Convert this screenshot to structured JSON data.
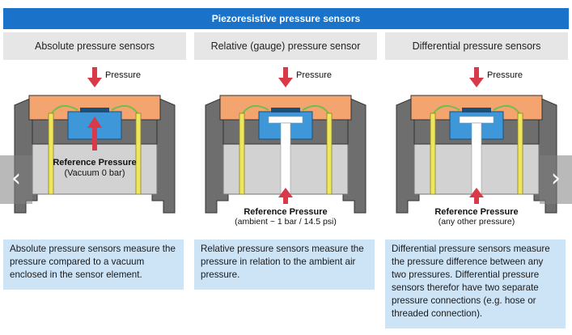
{
  "header": {
    "title": "Piezoresistive pressure sensors"
  },
  "columns": [
    {
      "heading": "Absolute pressure sensors",
      "pressure_label": "Pressure",
      "reference_label": "Reference Pressure",
      "reference_sub": "(Vacuum 0 bar)",
      "description": "Absolute pressure sensors measure the pressure compared to a vacuum enclosed in the sensor element."
    },
    {
      "heading": "Relative (gauge) pressure sensor",
      "pressure_label": "Pressure",
      "reference_label": "Reference Pressure",
      "reference_sub": "(ambient ~ 1 bar / 14.5 psi)",
      "description": "Relative pressure sensors measure the pressure in relation to the ambient air pressure."
    },
    {
      "heading": "Differential pressure sensors",
      "pressure_label": "Pressure",
      "reference_label": "Reference Pressure",
      "reference_sub": "(any other pressure)",
      "description": "Differential pressure sensors measure the pressure difference between any two pressures. Differential pressure sensors therefor have two separate pressure connections (e.g. hose or threaded connection)."
    }
  ],
  "navigation": {
    "prev_icon": "chevron-left-icon",
    "next_icon": "chevron-right-icon"
  },
  "colors": {
    "banner": "#1a73c9",
    "housing_top": "#f4a46f",
    "housing_gray": "#6e6e6e",
    "chamber": "#d2d2d2",
    "chip": "#3d97d8",
    "pin": "#f0e65a",
    "arrow": "#d83a4a",
    "description_bg": "#cde3f6"
  }
}
